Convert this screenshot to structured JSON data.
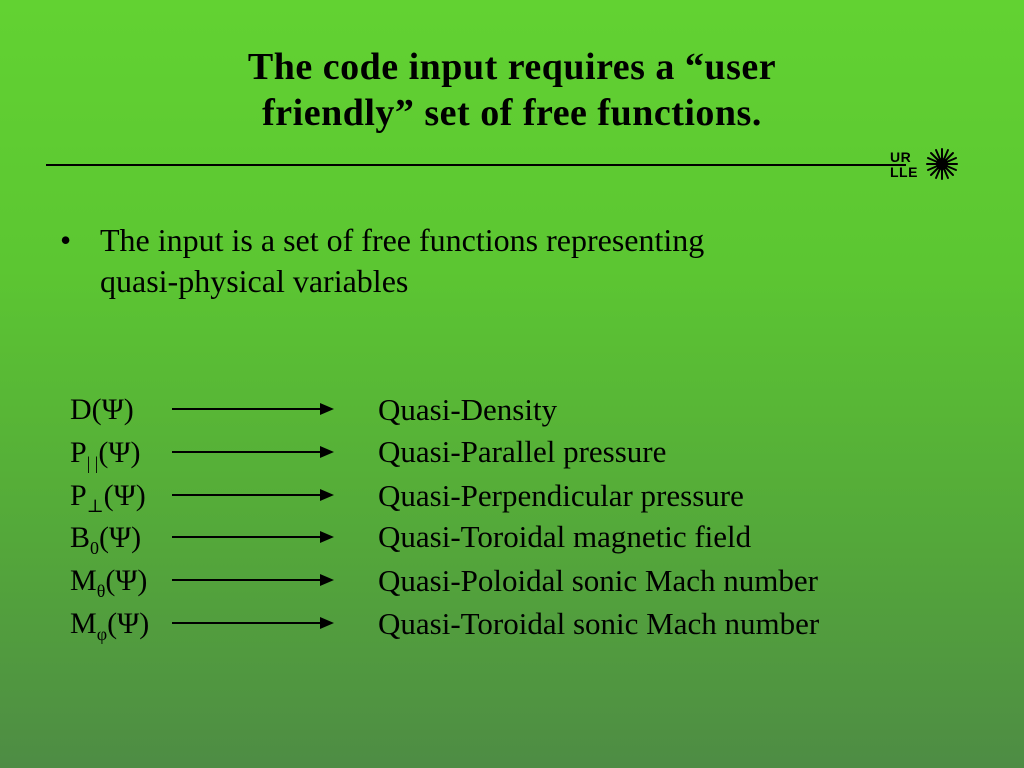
{
  "slide": {
    "title_line1": "The code input requires a “user",
    "title_line2": "friendly” set of free functions.",
    "logo_top": "UR",
    "logo_bottom": "LLE",
    "bullet_symbol": "•",
    "bullet_line1": "The input is a set of free functions representing",
    "bullet_line2": "quasi-physical variables"
  },
  "mappings": [
    {
      "base": "D",
      "sub": "",
      "arg": "(Ψ)",
      "description": "Quasi-Density"
    },
    {
      "base": "P",
      "sub": "| |",
      "arg": "(Ψ)",
      "description": "Quasi-Parallel pressure"
    },
    {
      "base": "P",
      "sub": "⊥",
      "arg": "(Ψ)",
      "description": "Quasi-Perpendicular pressure"
    },
    {
      "base": "B",
      "sub": "0",
      "arg": "(Ψ)",
      "description": "Quasi-Toroidal magnetic field"
    },
    {
      "base": "M",
      "sub": "θ",
      "arg": "(Ψ)",
      "description": "Quasi-Poloidal sonic Mach number"
    },
    {
      "base": "M",
      "sub": "φ",
      "arg": "(Ψ)",
      "description": "Quasi-Toroidal sonic Mach number"
    }
  ],
  "icons": {
    "arrow": "right-arrow-icon",
    "logo_star": "starburst-icon"
  }
}
